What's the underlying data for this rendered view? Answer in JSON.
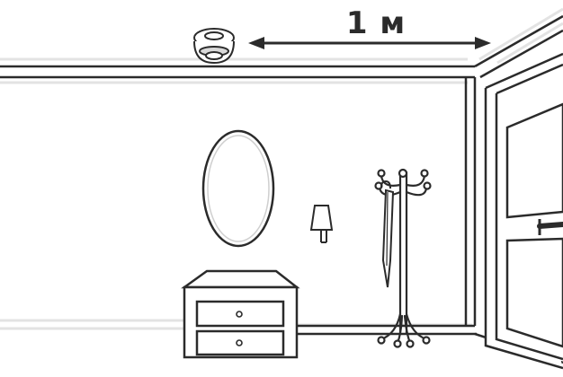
{
  "dimension": {
    "label": "1 м"
  },
  "colors": {
    "outline": "#2b2b2b",
    "fill": "#ffffff",
    "soft_line": "#e6e6e6"
  },
  "objects": [
    "smoke-detector-icon",
    "dimension-arrow",
    "oval-mirror",
    "wall-sconce",
    "coat-rack",
    "umbrella",
    "chest-of-drawers",
    "door"
  ]
}
